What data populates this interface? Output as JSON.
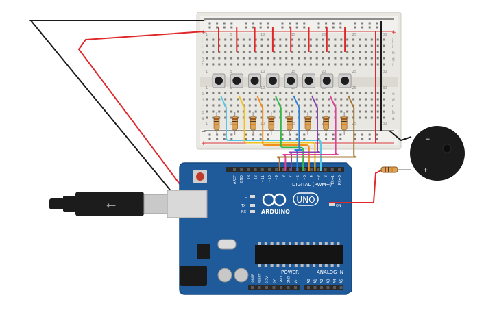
{
  "breadboard": {
    "rail_plus": "+",
    "rail_minus": "−",
    "row_letters_top": [
      "j",
      "i",
      "h",
      "g",
      "f"
    ],
    "row_letters_bottom": [
      "e",
      "d",
      "c",
      "b",
      "a"
    ],
    "column_numbers": [
      "1",
      "5",
      "10",
      "15",
      "20",
      "25",
      "30"
    ],
    "pushbutton_count": 8,
    "resistor_count": 8
  },
  "wires": {
    "signal_colors": [
      "#55c8e6",
      "#f2c21a",
      "#f28c1a",
      "#34b84a",
      "#2a7fd6",
      "#8a3fb0",
      "#e0409a",
      "#a57a3a"
    ],
    "ground_color": "#1a1a1a",
    "power_color": "#e0282a"
  },
  "arduino": {
    "board_label": "ARDUINO",
    "model_label": "UNO",
    "digital_label": "DIGITAL (PWM~)",
    "power_label": "POWER",
    "analog_label": "ANALOG IN",
    "on_label": "ON",
    "led_l": "L",
    "led_tx": "TX",
    "led_rx": "RX",
    "digital_pins": [
      "AREF",
      "GND",
      "13",
      "12",
      "~11",
      "~10",
      "~9",
      "8",
      "7",
      "~6",
      "~5",
      "4",
      "~3",
      "2",
      "TX→1",
      "RX←0"
    ],
    "power_pins": [
      "IOREF",
      "RESET",
      "3.3V",
      "5V",
      "GND",
      "GND",
      "Vin"
    ],
    "analog_pins": [
      "A0",
      "A1",
      "A2",
      "A3",
      "A4",
      "A5"
    ]
  },
  "buzzer": {
    "minus": "−",
    "plus": "+"
  },
  "colors": {
    "breadboard": "#e9e7e2",
    "board": "#1f5a9a",
    "board_dark": "#174a82",
    "header": "#2b2b2b"
  }
}
